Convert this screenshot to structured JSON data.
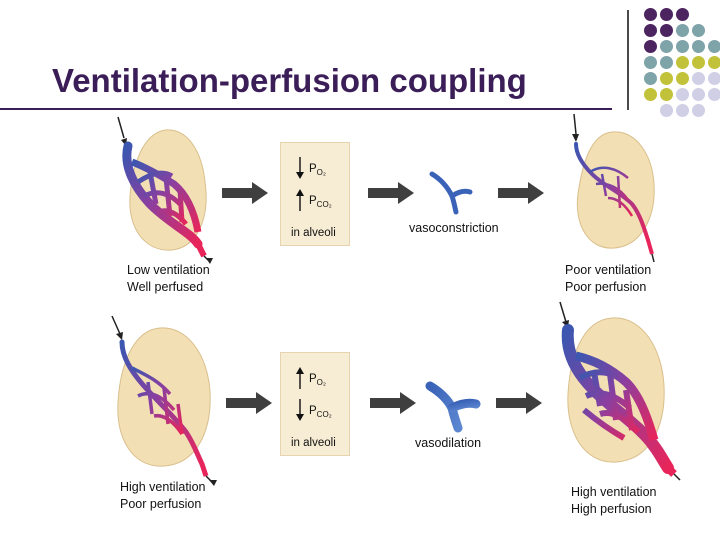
{
  "title": "Ventilation-perfusion coupling",
  "row1": {
    "start_label_line1": "Low ventilation",
    "start_label_line2": "Well perfused",
    "panel_top": "P",
    "panel_top_sub": "O₂",
    "panel_mid": "P",
    "panel_mid_sub": "CO₂",
    "panel_bottom": "in alveoli",
    "vessel_caption": "vasoconstriction",
    "end_label_line1": "Poor ventilation",
    "end_label_line2": "Poor perfusion"
  },
  "row2": {
    "start_label_line1": "High ventilation",
    "start_label_line2": "Poor perfusion",
    "panel_top": "P",
    "panel_top_sub": "O₂",
    "panel_mid": "P",
    "panel_mid_sub": "CO₂",
    "panel_bottom": "in alveoli",
    "vessel_caption": "vasodilation",
    "end_label_line1": "High ventilation",
    "end_label_line2": "High perfusion"
  },
  "colors": {
    "title": "#3b1e58",
    "alveolus": "#f3dfb4",
    "vessel_blue": "#3b57b0",
    "vessel_red": "#e8255a",
    "arrow": "#3f3f3f",
    "dot_purple": "#4b2460",
    "dot_teal": "#7ea3a8",
    "dot_olive": "#c2c23a",
    "dot_lavender": "#cfcfe6"
  },
  "icons": {
    "arrow_up": "arrow-up-icon",
    "arrow_down": "arrow-down-icon",
    "flow_arrow": "right-arrow-icon"
  }
}
